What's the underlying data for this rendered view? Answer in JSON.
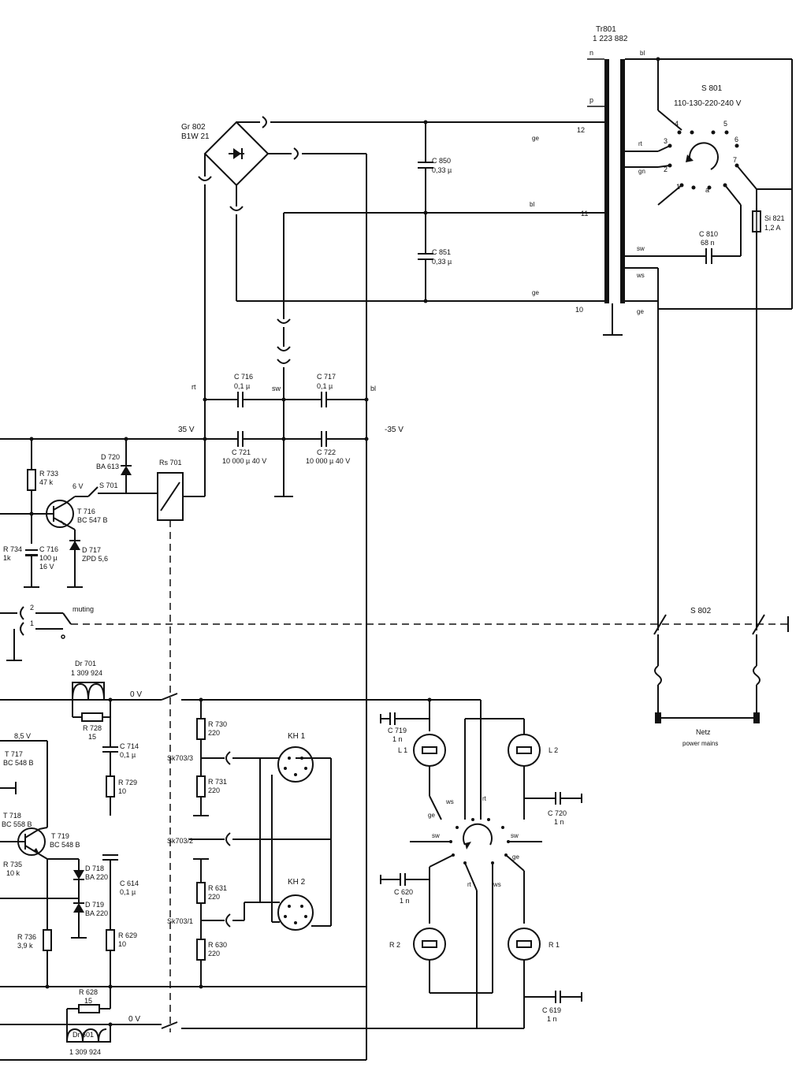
{
  "transformer": {
    "ref": "Tr801",
    "part": "1 223 882"
  },
  "primary_pins": [
    "n",
    "p"
  ],
  "secondary_pins": [
    "12",
    "11",
    "10"
  ],
  "bridge": {
    "ref": "Gr 802",
    "part": "B1W 21"
  },
  "voltage_selector": {
    "ref": "S 801",
    "values": "110-130-220-240 V"
  },
  "selector_pins": [
    "1",
    "2",
    "3",
    "4",
    "5",
    "6",
    "7",
    "a"
  ],
  "fuse": {
    "ref": "Si 821",
    "value": "1,2 A"
  },
  "wire_colors": {
    "bl": "bl",
    "gn": "gn",
    "rt": "rt",
    "ws": "ws",
    "sw": "sw",
    "ge": "ge"
  },
  "caps": {
    "c850": {
      "ref": "C 850",
      "value": "0,33 µ"
    },
    "c851": {
      "ref": "C 851",
      "value": "0,33 µ"
    },
    "c810": {
      "ref": "C 810",
      "value": "68 n"
    },
    "c716": {
      "ref": "C 716",
      "value": "0,1 µ"
    },
    "c717": {
      "ref": "C 717",
      "value": "0,1 µ"
    },
    "c721": {
      "ref": "C 721",
      "value": "10 000 µ 40 V"
    },
    "c722": {
      "ref": "C 722",
      "value": "10 000 µ 40 V"
    },
    "c716b": {
      "ref": "C 716",
      "value": "100 µ",
      "volt": "16 V"
    },
    "c714": {
      "ref": "C 714",
      "value": "0,1 µ"
    },
    "c614": {
      "ref": "C 614",
      "value": "0,1 µ"
    },
    "c719": {
      "ref": "C 719",
      "value": "1 n"
    },
    "c720": {
      "ref": "C 720",
      "value": "1 n"
    },
    "c620": {
      "ref": "C 620",
      "value": "1 n"
    },
    "c619": {
      "ref": "C 619",
      "value": "1 n"
    }
  },
  "rails": {
    "pos": "35 V",
    "neg": "-35 V",
    "zero": "0 V",
    "v6": "6 V",
    "v85": "8,5 V"
  },
  "resistors": {
    "r733": {
      "ref": "R 733",
      "value": "47 k"
    },
    "r734": {
      "ref": "R 734",
      "value": "1k"
    },
    "r728": {
      "ref": "R 728",
      "value": "15"
    },
    "r729": {
      "ref": "R 729",
      "value": "10"
    },
    "r730": {
      "ref": "R 730",
      "value": "220"
    },
    "r731": {
      "ref": "R 731",
      "value": "220"
    },
    "r631": {
      "ref": "R 631",
      "value": "220"
    },
    "r630": {
      "ref": "R 630",
      "value": "220"
    },
    "r735": {
      "ref": "R 735",
      "value": "10 k"
    },
    "r736": {
      "ref": "R 736",
      "value": "3,9 k"
    },
    "r629": {
      "ref": "R 629",
      "value": "10"
    },
    "r628": {
      "ref": "R 628",
      "value": "15"
    }
  },
  "semis": {
    "d720": {
      "ref": "D 720",
      "part": "BA 613"
    },
    "t716": {
      "ref": "T 716",
      "part": "BC 547 B"
    },
    "d717": {
      "ref": "D 717",
      "part": "ZPD 5,6"
    },
    "t717": {
      "ref": "T 717",
      "part": "BC 548 B"
    },
    "t718": {
      "ref": "T 718",
      "part": "BC 558 B"
    },
    "t719": {
      "ref": "T 719",
      "part": "BC 548 B"
    },
    "d718": {
      "ref": "D 718",
      "part": "BA 220"
    },
    "d719": {
      "ref": "D 719",
      "part": "BA 220"
    }
  },
  "relay": {
    "ref": "Rs 701"
  },
  "switches": {
    "s701": "S 701",
    "s802": "S 802",
    "sk1": "Sk703/3",
    "sk2": "Sk703/2",
    "sk3": "Sk703/1"
  },
  "muting": {
    "label": "muting",
    "pin1": "1",
    "pin2": "2"
  },
  "chokes": {
    "dr701": {
      "ref": "Dr 701",
      "part": "1 309 924"
    },
    "dr601": {
      "ref": "Dr 601",
      "part": "1 309 924"
    }
  },
  "sockets": {
    "kh1": "KH 1",
    "kh2": "KH 2"
  },
  "speakers": {
    "l1": "L 1",
    "l2": "L 2",
    "r1": "R 1",
    "r2": "R 2"
  },
  "mains": {
    "label": "Netz",
    "sub": "power mains"
  }
}
